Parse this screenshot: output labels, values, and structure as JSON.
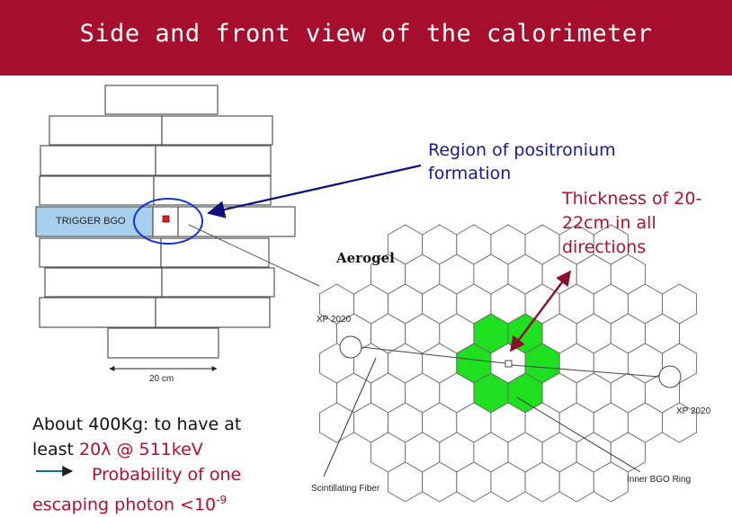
{
  "slide": {
    "title": "Side and front view of the calorimeter"
  },
  "side_view": {
    "trigger_label": "TRIGGER BGO",
    "dimension_label": "20 cm"
  },
  "front_view": {
    "aerogel_label": "Aerogel",
    "pmt_left_label": "XP 2020",
    "pmt_right_label": "XP 2020",
    "fiber_label": "Scintillating Fiber",
    "inner_ring_label": "Inner BGO Ring"
  },
  "annotations": {
    "positronium": [
      "Region of positronium",
      "formation"
    ],
    "thickness": [
      "Thickness of 20-",
      "22cm in all",
      "directions"
    ]
  },
  "notes": {
    "mass_line": "About 400Kg: to have at",
    "least_prefix": "least ",
    "least_value": "20λ @ 511keV",
    "probability": "Probability of one",
    "escape_prefix": "escaping photon <10",
    "escape_exponent": "-9"
  },
  "colors": {
    "title_bar": "#a50e2d",
    "annotation_blue": "#1a1a8c",
    "annotation_red": "#b01030",
    "trigger_bgo": "#a8d0ee",
    "inner_ring": "#1ee01e"
  }
}
